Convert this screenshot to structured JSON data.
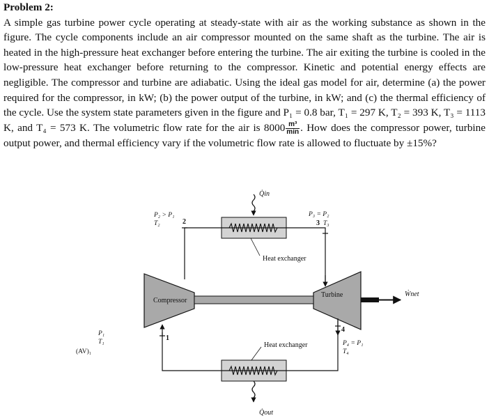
{
  "problem": {
    "heading": "Problem 2:",
    "body_part1": "A simple gas turbine power cycle operating at steady-state with air as the working substance as shown in the figure. The cycle components include an air compressor mounted on the same shaft as the turbine. The air is heated in the high-pressure heat exchanger before entering the turbine. The air exiting the turbine is cooled in the low-pressure heat exchanger before returning to the compressor. Kinetic and potential energy effects are negligible. The compressor and turbine are adiabatic. Using the ideal gas model for air, determine (a) the power required for the compressor, in kW; (b) the power output of the turbine, in kW; and (c) the thermal efficiency of the cycle. Use the system state parameters given in the figure and P₁ = 0.8 bar, T₁ = 297 K, T₂ = 393 K, T₃ = 1113 K, and T₄ = 573 K. The volumetric flow rate for the air is 8000",
    "flow_unit_numerator": "m³",
    "flow_unit_denominator": "min",
    "body_part2": ". How does the compressor power, turbine output power, and thermal efficiency vary if the volumetric flow rate is allowed to fluctuate by ±15%?"
  },
  "figure": {
    "q_in": "Q̇in",
    "q_out": "Q̇out",
    "w_net": "Ẇnet",
    "state2_cond": "P₂ > P₁",
    "state2_temp": "T₂",
    "state3_cond": "P₃ = P₂",
    "state3_temp": "T₃",
    "state4_cond": "P₄ = P₁",
    "state4_temp": "T₄",
    "state1_p": "P₁",
    "state1_t": "T₁",
    "inlet_flow": "(AV)₁",
    "point1": "1",
    "point2": "2",
    "point3": "3",
    "point4": "4",
    "hx_top_label": "Heat exchanger",
    "hx_bottom_label": "Heat exchanger",
    "compressor_label": "Compressor",
    "turbine_label": "Turbine"
  }
}
